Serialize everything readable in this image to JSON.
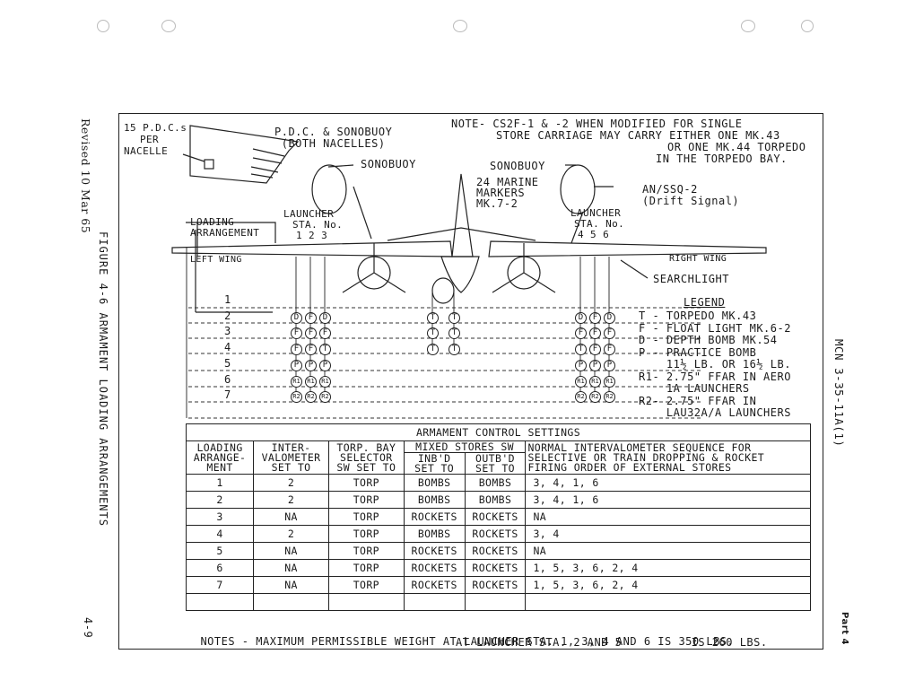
{
  "page": {
    "revised": "Revised 10 Mar 65",
    "figure_title": "FIGURE 4-6  ARMAMENT LOADING ARRANGEMENTS",
    "page_number": "4-9",
    "doc_id": "MCN 3-35-11A(1)",
    "part": "Part 4"
  },
  "diagram": {
    "pdc_per_nacelle": [
      "15 P.D.C.s",
      "PER",
      "NACELLE"
    ],
    "pdc_sonobuoy": [
      "P.D.C. & SONOBUOY",
      "(BOTH NACELLES)"
    ],
    "sonobuoy_left": "SONOBUOY",
    "sonobuoy_right": "SONOBUOY",
    "note": [
      "NOTE- CS2F-1 & -2 WHEN MODIFIED FOR SINGLE",
      "STORE CARRIAGE MAY CARRY EITHER ONE MK.43",
      "OR ONE MK.44 TORPEDO",
      "IN THE TORPEDO BAY."
    ],
    "marine_markers": [
      "24 MARINE",
      "MARKERS",
      "MK.7-2"
    ],
    "an_ssq": [
      "AN/SSQ-2",
      "(Drift Signal)"
    ],
    "launcher_left": [
      "LAUNCHER",
      "STA. No.",
      "1 2 3"
    ],
    "launcher_right": [
      "LAUNCHER",
      "STA. No.",
      "4 5 6"
    ],
    "loading_arrangement": [
      "LOADING",
      "ARRANGEMENT"
    ],
    "left_wing": "LEFT WING",
    "right_wing": "RIGHT WING",
    "searchlight": "SEARCHLIGHT",
    "row_numbers": [
      "1",
      "2",
      "3",
      "4",
      "5",
      "6",
      "7"
    ],
    "rows": [
      {
        "left": [
          "",
          "",
          ""
        ],
        "bay": [
          "",
          ""
        ],
        "right": [
          "",
          "",
          ""
        ]
      },
      {
        "left": [
          "D",
          "F",
          "D"
        ],
        "bay": [
          "T",
          "T"
        ],
        "right": [
          "D",
          "F",
          "D"
        ]
      },
      {
        "left": [
          "F",
          "F",
          "F"
        ],
        "bay": [
          "T",
          "T"
        ],
        "right": [
          "F",
          "F",
          "F"
        ]
      },
      {
        "left": [
          "F",
          "F",
          "T"
        ],
        "bay": [
          "T",
          "T"
        ],
        "right": [
          "T",
          "F",
          "F"
        ]
      },
      {
        "left": [
          "P",
          "P",
          "P"
        ],
        "bay": [
          "",
          ""
        ],
        "right": [
          "P",
          "P",
          "P"
        ]
      },
      {
        "left": [
          "R1",
          "R1",
          "R1"
        ],
        "bay": [
          "",
          ""
        ],
        "right": [
          "R1",
          "R1",
          "R1"
        ]
      },
      {
        "left": [
          "R2",
          "R2",
          "R2"
        ],
        "bay": [
          "",
          ""
        ],
        "right": [
          "R2",
          "R2",
          "R2"
        ]
      }
    ],
    "legend_title": "LEGEND",
    "legend": [
      "T - TORPEDO MK.43",
      "F - FLOAT LIGHT MK.6-2",
      "D - DEPTH BOMB MK.54",
      "P - PRACTICE BOMB",
      "    11½ LB. OR 16½ LB.",
      "R1- 2.75\" FFAR IN AERO",
      "    1A LAUNCHERS",
      "R2- 2.75\" FFAR IN",
      "    LAU32A/A LAUNCHERS"
    ]
  },
  "table": {
    "title": "ARMAMENT CONTROL SETTINGS",
    "headers": {
      "loading": [
        "LOADING",
        "ARRANGE-",
        "MENT"
      ],
      "intervalometer": [
        "INTER-",
        "VALOMETER",
        "SET TO"
      ],
      "torp": [
        "TORP. BAY",
        "SELECTOR",
        "SW SET TO"
      ],
      "mixed": "MIXED STORES SW",
      "inbd": [
        "INB'D",
        "SET TO"
      ],
      "outbd": [
        "OUTB'D",
        "SET TO"
      ],
      "sequence": [
        "NORMAL INTERVALOMETER SEQUENCE FOR",
        "SELECTIVE OR TRAIN DROPPING & ROCKET",
        "FIRING ORDER OF EXTERNAL STORES"
      ]
    },
    "rows": [
      [
        "1",
        "2",
        "TORP",
        "BOMBS",
        "BOMBS",
        "3, 4, 1, 6"
      ],
      [
        "2",
        "2",
        "TORP",
        "BOMBS",
        "BOMBS",
        "3, 4, 1, 6"
      ],
      [
        "3",
        "NA",
        "TORP",
        "ROCKETS",
        "ROCKETS",
        "NA"
      ],
      [
        "4",
        "2",
        "TORP",
        "BOMBS",
        "ROCKETS",
        "3, 4"
      ],
      [
        "5",
        "NA",
        "TORP",
        "ROCKETS",
        "ROCKETS",
        "NA"
      ],
      [
        "6",
        "NA",
        "TORP",
        "ROCKETS",
        "ROCKETS",
        "1, 5, 3, 6, 2, 4"
      ],
      [
        "7",
        "NA",
        "TORP",
        "ROCKETS",
        "ROCKETS",
        "1, 5, 3, 6, 2, 4"
      ]
    ]
  },
  "notes": {
    "line1": "NOTES - MAXIMUM PERMISSIBLE WEIGHT AT LAUNCHER STA. 1, 3, 4 AND 6 IS 350 LBS.",
    "line2": "AT LAUNCHER STA. 2 AND 5          IS 260 LBS."
  }
}
